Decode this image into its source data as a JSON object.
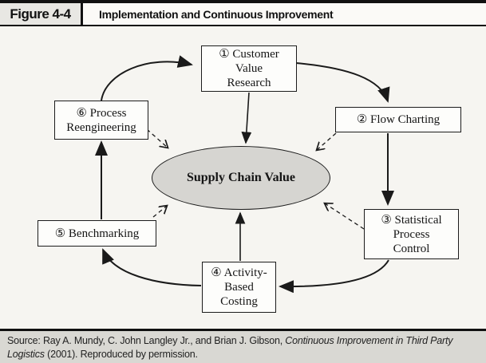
{
  "figure": {
    "label": "Figure 4-4",
    "title": "Implementation and Continuous Improvement"
  },
  "diagram": {
    "center": {
      "label": "Supply Chain Value"
    },
    "nodes": [
      {
        "id": "customer-value-research",
        "lines": [
          "① Customer",
          "Value",
          "Research"
        ]
      },
      {
        "id": "flow-charting",
        "lines": [
          "② Flow Charting"
        ]
      },
      {
        "id": "statistical-process-control",
        "lines": [
          "③ Statistical",
          "Process",
          "Control"
        ]
      },
      {
        "id": "activity-based-costing",
        "lines": [
          "④ Activity-",
          "Based",
          "Costing"
        ]
      },
      {
        "id": "benchmarking",
        "lines": [
          "⑤ Benchmarking"
        ]
      },
      {
        "id": "process-reengineering",
        "lines": [
          "⑥ Process",
          "Reengineering"
        ]
      }
    ],
    "colors": {
      "ellipse_fill": "#d6d5d1",
      "line": "#1a1a1a"
    }
  },
  "source": {
    "prefix": "Source: Ray A. Mundy, C. John Langley Jr., and Brian J. Gibson, ",
    "italic_title": "Continuous Improvement in Third Party Logistics",
    "suffix": " (2001). Reproduced by permission."
  }
}
